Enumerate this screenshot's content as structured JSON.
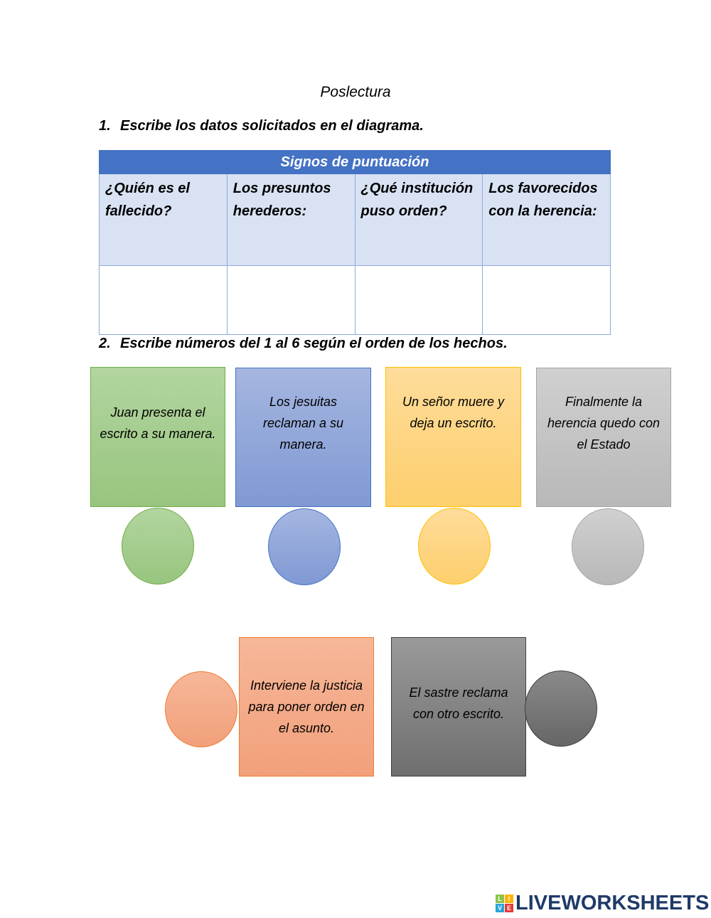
{
  "title": "Poslectura",
  "question1": {
    "number": "1.",
    "text": "Escribe los datos solicitados en el diagrama."
  },
  "table": {
    "header": "Signos de puntuación",
    "columns": [
      "¿Quién es el fallecido?",
      "Los presuntos herederos:",
      "¿Qué institución puso orden?",
      "Los favorecidos con la herencia:"
    ],
    "answers": [
      "",
      "",
      "",
      ""
    ]
  },
  "question2": {
    "number": "2.",
    "text": "Escribe números del 1 al 6 según el orden de los hechos."
  },
  "events": [
    {
      "text": "Juan presenta el escrito a su manera.",
      "color": "#a9d08e",
      "answer": ""
    },
    {
      "text": "Los jesuitas reclaman a su manera.",
      "color": "#8ea9db",
      "answer": ""
    },
    {
      "text": "Un señor muere y deja un escrito.",
      "color": "#ffd966",
      "answer": ""
    },
    {
      "text": "Finalmente la herencia quedo con el Estado",
      "color": "#c9c9c9",
      "answer": ""
    },
    {
      "text": "Interviene la justicia para poner orden en el asunto.",
      "color": "#f4b084",
      "answer": ""
    },
    {
      "text": "El sastre reclama con otro escrito.",
      "color": "#808080",
      "answer": ""
    }
  ],
  "logo": {
    "text": "LIVEWORKSHEETS",
    "letters": [
      "L",
      "I",
      "V",
      "E"
    ]
  }
}
